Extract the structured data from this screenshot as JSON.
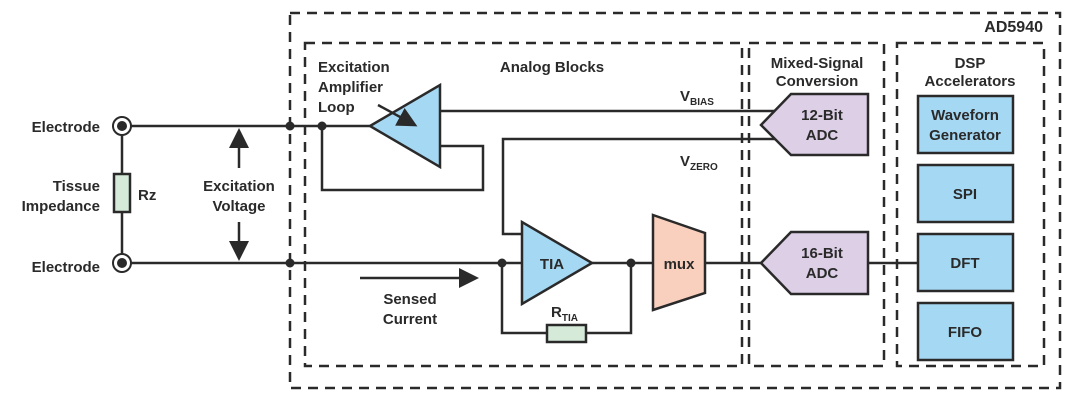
{
  "diagram": {
    "chip_label": "AD5940",
    "colors": {
      "chip_bg": "#eaf4fc",
      "section_bg": "#dbeefb",
      "amp_fill": "#a5d8f3",
      "adc_fill": "#dccfe6",
      "mux_fill": "#f9cfbd",
      "dsp_fill": "#a5d8f3",
      "resistor_fill": "#d5ead9",
      "line": "#2a2a2a"
    },
    "external": {
      "electrode_top": "Electrode",
      "electrode_bottom": "Electrode",
      "tissue_line1": "Tissue",
      "tissue_line2": "Impedance",
      "rz": "Rz",
      "excitation_line1": "Excitation",
      "excitation_line2": "Voltage"
    },
    "analog": {
      "title": "Analog Blocks",
      "loop_line1": "Excitation",
      "loop_line2": "Amplifier",
      "loop_line3": "Loop",
      "vbias_main": "V",
      "vbias_sub": "BIAS",
      "vzero_main": "V",
      "vzero_sub": "ZERO",
      "tia": "TIA",
      "mux": "mux",
      "rtia_main": "R",
      "rtia_sub": "TIA",
      "sensed_line1": "Sensed",
      "sensed_line2": "Current"
    },
    "mixed": {
      "title_line1": "Mixed-Signal",
      "title_line2": "Conversion",
      "adc12_line1": "12-Bit",
      "adc12_line2": "ADC",
      "adc16_line1": "16-Bit",
      "adc16_line2": "ADC"
    },
    "dsp": {
      "title_line1": "DSP",
      "title_line2": "Accelerators",
      "blocks": [
        {
          "line1": "Waveforn",
          "line2": "Generator"
        },
        {
          "line1": "SPI"
        },
        {
          "line1": "DFT"
        },
        {
          "line1": "FIFO"
        }
      ]
    }
  }
}
